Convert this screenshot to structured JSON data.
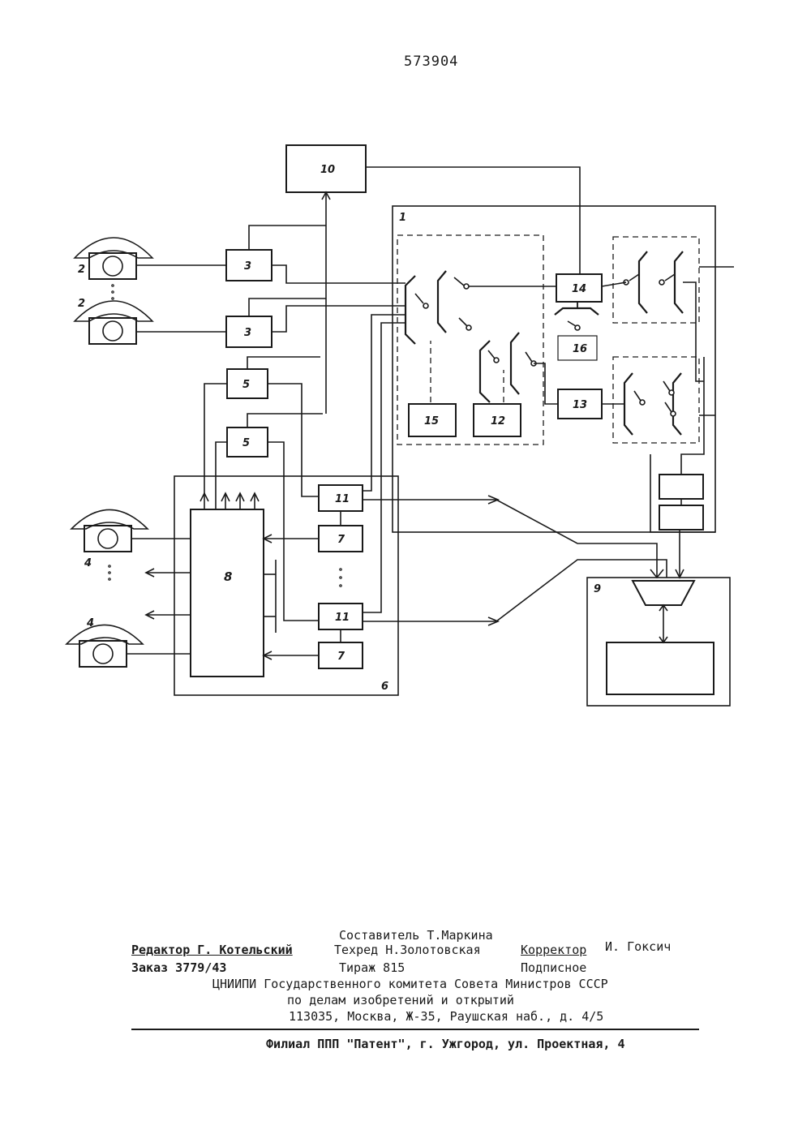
{
  "header": {
    "patent_number": "573904"
  },
  "diagram": {
    "labels": {
      "b10": "10",
      "b1": "1",
      "b3a": "3",
      "b3b": "3",
      "b5a": "5",
      "b5b": "5",
      "b14": "14",
      "b16": "16",
      "b15": "15",
      "b12": "12",
      "b13": "13",
      "b11a": "11",
      "b11b": "11",
      "b7a": "7",
      "b7b": "7",
      "b8": "8",
      "b6": "6",
      "b9": "9",
      "t2a": "2",
      "t2b": "2",
      "t4a": "4",
      "t4b": "4"
    }
  },
  "footer": {
    "compiler": "Составитель Т.Маркина",
    "editor": "Редактор Г. Котельский",
    "techred": "Техред Н.Золотовская",
    "corrector_label": "Корректор",
    "corrector_name": "И. Гоксич",
    "order": "Заказ 3779/43",
    "circulation": "Тираж 815",
    "subscription": "Подписное",
    "org_line1": "ЦНИИПИ Государственного комитета Совета Министров СССР",
    "org_line2": "по делам изобретений и открытий",
    "address": "113035, Москва, Ж-35, Раушская наб., д. 4/5",
    "branch": "Филиал ППП \"Патент\", г. Ужгород, ул. Проектная, 4"
  }
}
